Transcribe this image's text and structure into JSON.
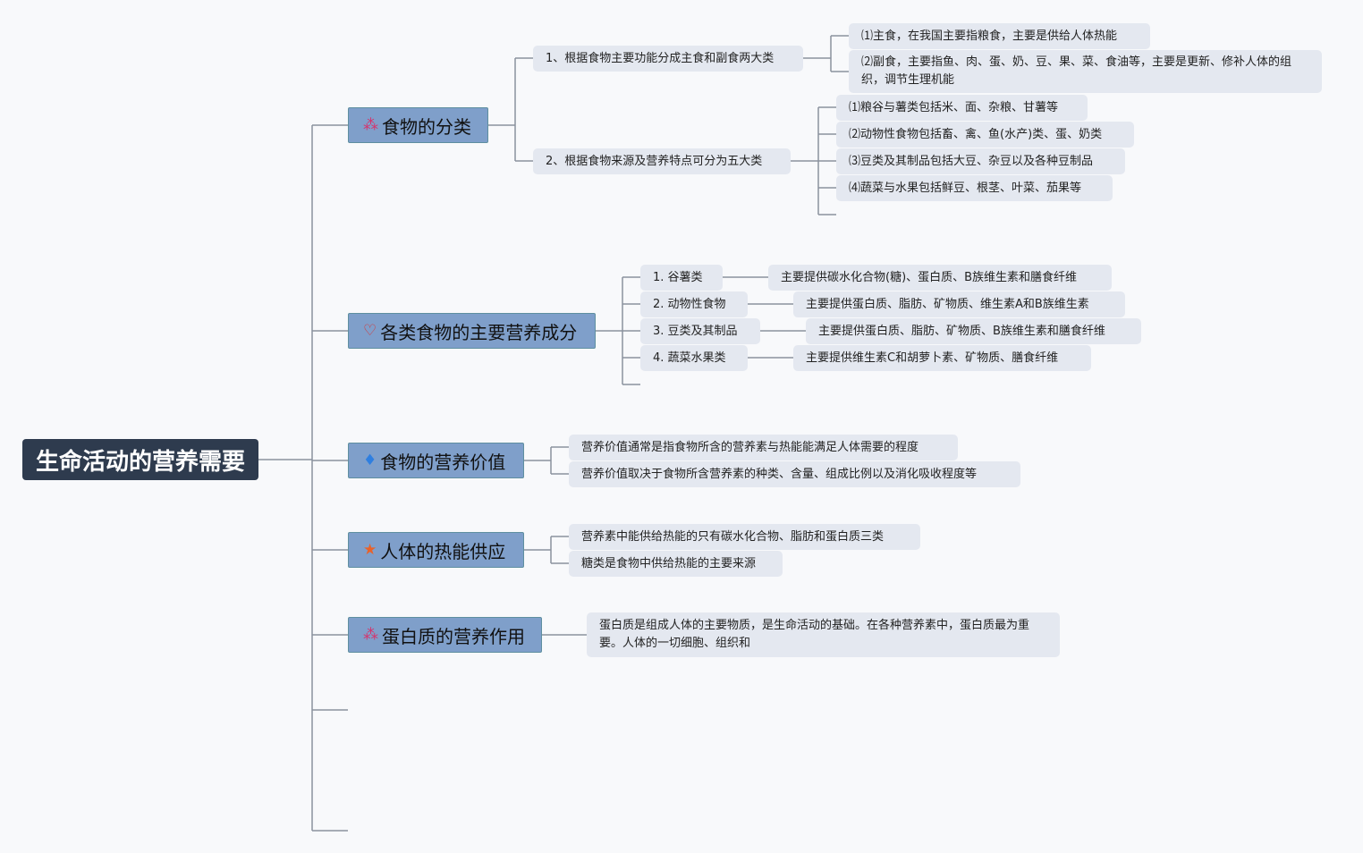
{
  "root": "生命活动的营养需要",
  "branches": [
    {
      "label": "食物的分类",
      "icon": "magic-wand-icon",
      "icon_color": "#d6336c",
      "children": [
        {
          "label": "1、根据食物主要功能分成主食和副食两大类",
          "children": [
            "⑴主食，在我国主要指粮食，主要是供给人体热能",
            "⑵副食，主要指鱼、肉、蛋、奶、豆、果、菜、食油等，主要是更新、修补人体的组织，调节生理机能"
          ]
        },
        {
          "label": "2、根据食物来源及营养特点可分为五大类",
          "children": [
            "⑴粮谷与薯类包括米、面、杂粮、甘薯等",
            "⑵动物性食物包括畜、禽、鱼(水产)类、蛋、奶类",
            "⑶豆类及其制品包括大豆、杂豆以及各种豆制品",
            "⑷蔬菜与水果包括鲜豆、根茎、叶菜、茄果等"
          ]
        }
      ]
    },
    {
      "label": "各类食物的主要营养成分",
      "icon": "heart-icon",
      "icon_color": "#d63333",
      "children": [
        {
          "label": "1. 谷薯类",
          "detail": "主要提供碳水化合物(糖)、蛋白质、B族维生素和膳食纤维"
        },
        {
          "label": "2. 动物性食物",
          "detail": "主要提供蛋白质、脂肪、矿物质、维生素A和B族维生素"
        },
        {
          "label": "3. 豆类及其制品",
          "detail": "主要提供蛋白质、脂肪、矿物质、B族维生素和膳食纤维"
        },
        {
          "label": "4. 蔬菜水果类",
          "detail": "主要提供维生素C和胡萝卜素、矿物质、膳食纤维"
        }
      ]
    },
    {
      "label": "食物的营养价值",
      "icon": "flame-icon",
      "icon_color": "#2f7fe0",
      "children": [
        "营养价值通常是指食物所含的营养素与热能能满足人体需要的程度",
        "营养价值取决于食物所含营养素的种类、含量、组成比例以及消化吸收程度等"
      ]
    },
    {
      "label": "人体的热能供应",
      "icon": "star-icon",
      "icon_color": "#e8622a",
      "children": [
        "营养素中能供给热能的只有碳水化合物、脂肪和蛋白质三类",
        "糖类是食物中供给热能的主要来源"
      ]
    },
    {
      "label": "蛋白质的营养作用",
      "icon": "magic-wand-icon",
      "icon_color": "#d6336c",
      "children": [
        "蛋白质是组成人体的主要物质，是生命活动的基础。在各种营养素中，蛋白质最为重要。人体的一切细胞、组织和"
      ]
    }
  ]
}
